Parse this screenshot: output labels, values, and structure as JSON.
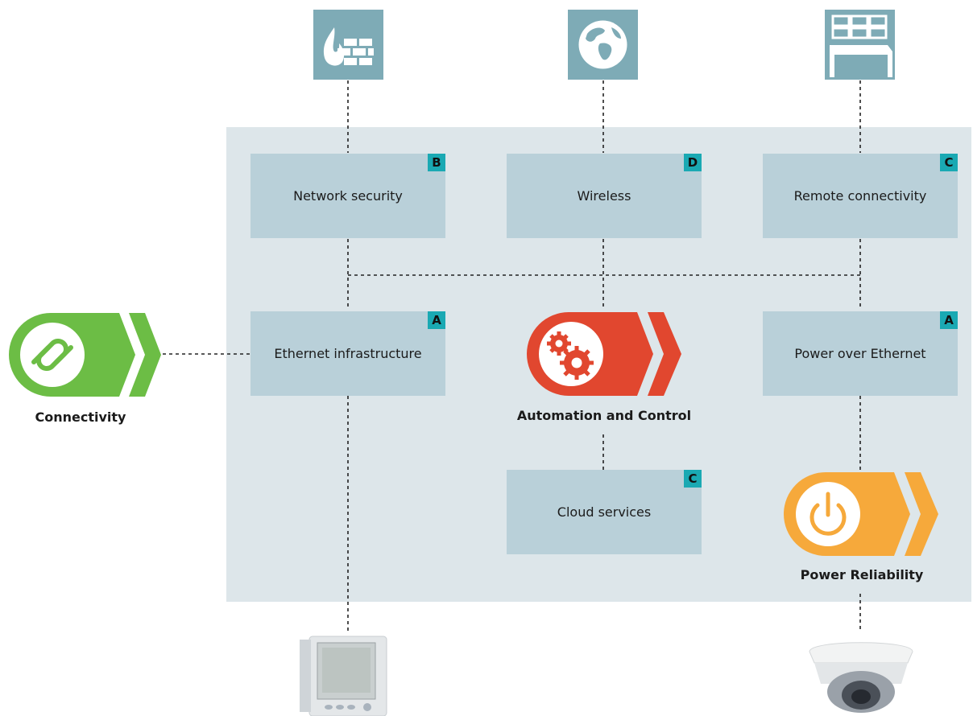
{
  "boxes": {
    "network_security": {
      "label": "Network security",
      "badge": "B"
    },
    "wireless": {
      "label": "Wireless",
      "badge": "D"
    },
    "remote_connectivity": {
      "label": "Remote connectivity",
      "badge": "C"
    },
    "ethernet_infrastructure": {
      "label": "Ethernet infrastructure",
      "badge": "A"
    },
    "power_over_ethernet": {
      "label": "Power over Ethernet",
      "badge": "A"
    },
    "cloud_services": {
      "label": "Cloud services",
      "badge": "C"
    }
  },
  "categories": {
    "connectivity": {
      "label": "Connectivity",
      "color": "#6cbd45"
    },
    "automation": {
      "label": "Automation and Control",
      "color": "#e1472f"
    },
    "power": {
      "label": "Power Reliability",
      "color": "#f6a93b"
    }
  },
  "icons": {
    "firewall": "firewall-icon",
    "globe": "globe-icon",
    "video_wall": "video-wall-icon",
    "power_meter": "power-meter-device",
    "dome_camera": "dome-camera-device"
  },
  "colors": {
    "panel": "#dde6ea",
    "box": "#b9d0d9",
    "badge": "#1aa9b3",
    "icon_tile": "#7eabb6"
  }
}
